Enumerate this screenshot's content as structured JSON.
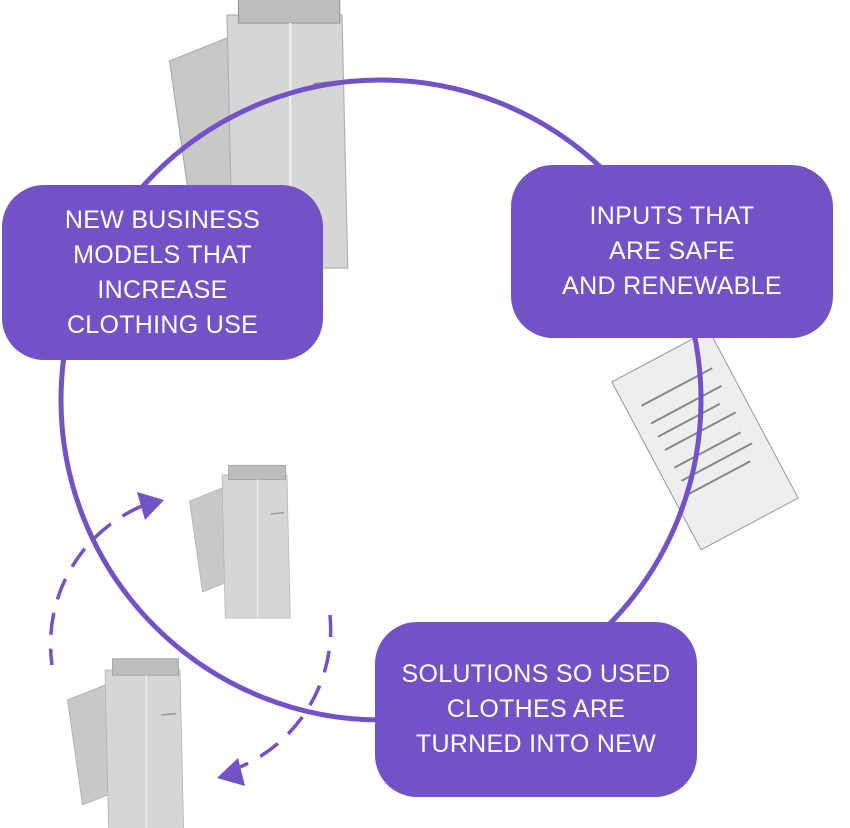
{
  "colors": {
    "accent": "#7352c7",
    "garment": "#cfcfcf"
  },
  "boxes": {
    "business_models": "NEW BUSINESS\nMODELS THAT\nINCREASE\nCLOTHING USE",
    "inputs": "INPUTS THAT\nARE SAFE\nAND RENEWABLE",
    "solutions": "SOLUTIONS SO USED\nCLOTHES ARE\nTURNED INTO NEW"
  }
}
